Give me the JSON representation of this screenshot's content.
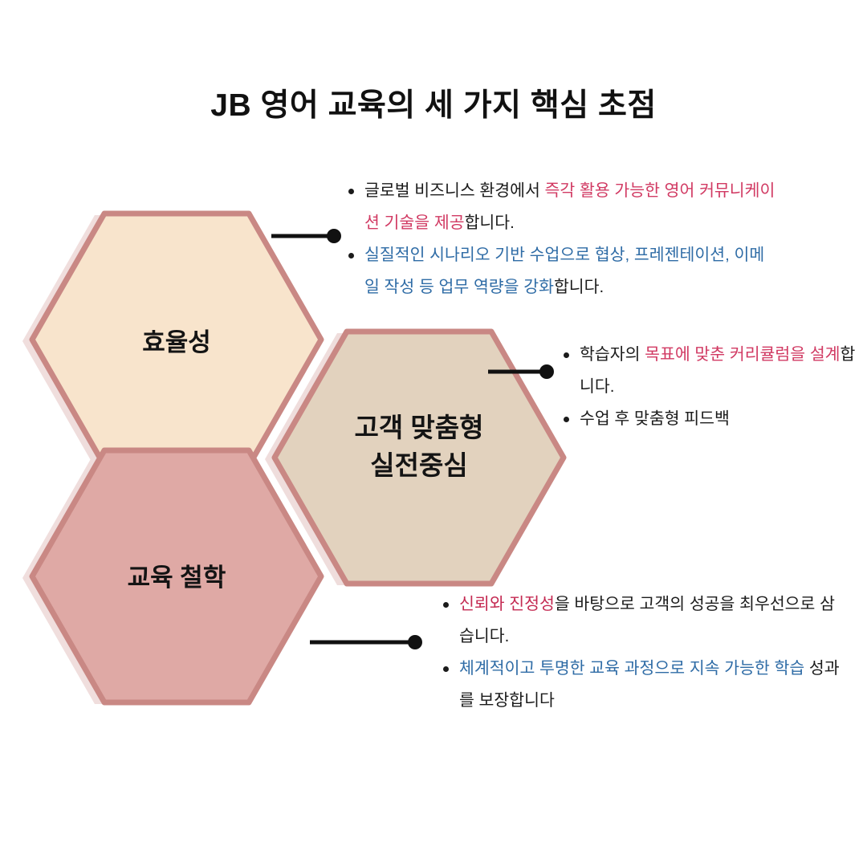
{
  "title": "JB 영어 교육의 세 가지 핵심 초점",
  "colors": {
    "hex_border": "#C98884",
    "hex_fill_efficiency": "#F8E4CC",
    "hex_fill_custom": "#E2D2BE",
    "hex_fill_philosophy": "#DFA9A5",
    "accent_pink": "#D13A63",
    "accent_crimson": "#C42A52",
    "accent_blue": "#2F6CA6",
    "connector": "#111111",
    "background": "#FFFFFF"
  },
  "hexagons": [
    {
      "id": "efficiency",
      "label": "효율성",
      "label_line2": ""
    },
    {
      "id": "customized",
      "label": "고객 맞춤형",
      "label_line2": "실전중심"
    },
    {
      "id": "philosophy",
      "label": "교육 철학",
      "label_line2": ""
    }
  ],
  "groups": [
    {
      "id": "efficiency-notes",
      "bullets": [
        {
          "parts": [
            {
              "text": "글로벌 비즈니스 환경에서 ",
              "style": "plain"
            },
            {
              "text": "즉각 활용 가능한 영어 커뮤니케이션 기술을 제공",
              "style": "pink"
            },
            {
              "text": "합니다.",
              "style": "plain"
            }
          ]
        },
        {
          "parts": [
            {
              "text": "실질적인 시나리오 기반 수업으로 협상, 프레젠테이션, 이메일 작성 등 업무 역량을 강화",
              "style": "blue"
            },
            {
              "text": "합니다.",
              "style": "plain"
            }
          ]
        }
      ]
    },
    {
      "id": "customized-notes",
      "bullets": [
        {
          "parts": [
            {
              "text": "학습자의 ",
              "style": "plain"
            },
            {
              "text": "목표에 맞춘  커리큘럼을 설계",
              "style": "pink"
            },
            {
              "text": "합니다.",
              "style": "plain"
            }
          ]
        },
        {
          "parts": [
            {
              "text": "수업 후 맞춤형 피드백",
              "style": "plain"
            }
          ]
        }
      ]
    },
    {
      "id": "philosophy-notes",
      "bullets": [
        {
          "parts": [
            {
              "text": "신뢰와 진정성",
              "style": "crimson"
            },
            {
              "text": "을 바탕으로 고객의 성공을 최우선으로 삼습니다.",
              "style": "plain"
            }
          ]
        },
        {
          "parts": [
            {
              "text": "체계적이고 투명한 교육 과정으로 지속 가능한 학습",
              "style": "blue"
            },
            {
              "text": " 성과를 보장합니다",
              "style": "plain"
            }
          ]
        }
      ]
    }
  ],
  "connectors": [
    {
      "id": "connector-efficiency",
      "from_hex": "efficiency",
      "to_group": "efficiency-notes"
    },
    {
      "id": "connector-customized",
      "from_hex": "customized",
      "to_group": "customized-notes"
    },
    {
      "id": "connector-philosophy",
      "from_hex": "philosophy",
      "to_group": "philosophy-notes"
    }
  ]
}
